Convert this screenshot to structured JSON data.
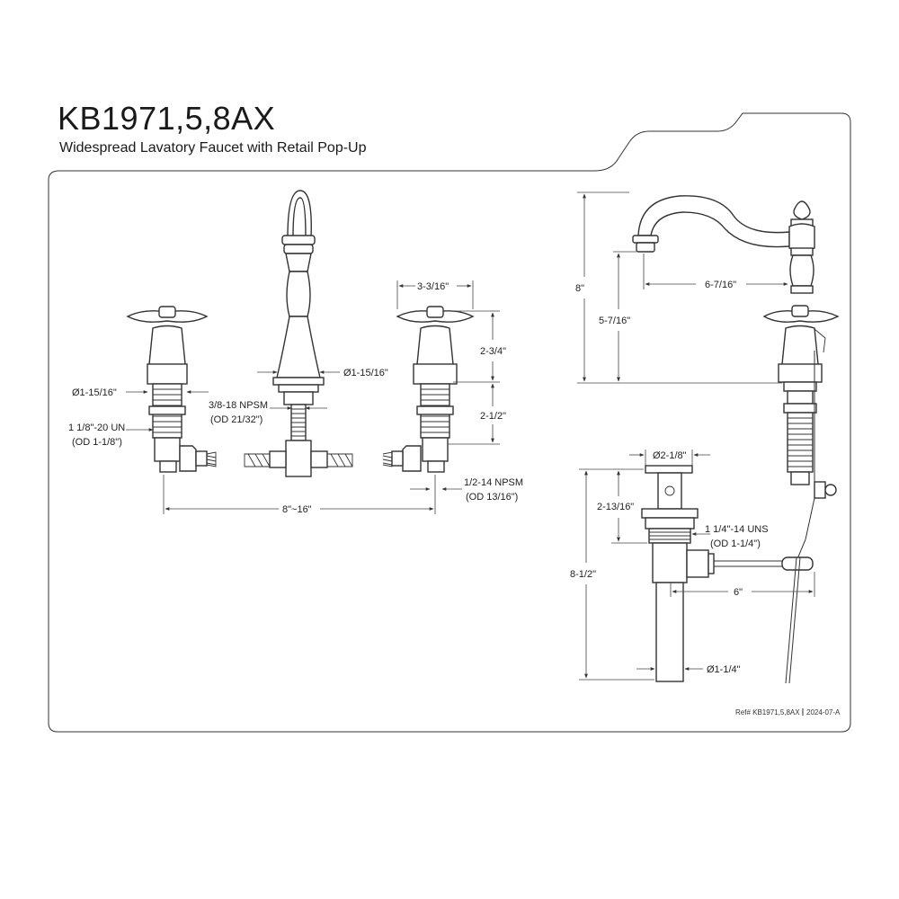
{
  "header": {
    "model": "KB1971,5,8AX",
    "description": "Widespread Lavatory Faucet with Retail Pop-Up"
  },
  "front_view": {
    "handle_diameter": "Ø1-15/16\"",
    "supply_thread": "1 1/8\"-20 UN",
    "supply_thread_od": "(OD 1-1/8\")",
    "spout_diameter": "Ø1-15/16\"",
    "spout_thread": "3/8-18 NPSM",
    "spout_thread_od": "(OD 21/32\")",
    "handle_width": "3-3/16\"",
    "handle_height": "2-3/4\"",
    "shank_length": "2-1/2\"",
    "outlet_thread": "1/2-14 NPSM",
    "outlet_thread_od": "(OD 13/16\")",
    "spread": "8\"~16\""
  },
  "side_view": {
    "overall_height": "8\"",
    "spout_height": "5-7/16\"",
    "spout_reach": "6-7/16\""
  },
  "drain_view": {
    "flange_diameter": "Ø2-1/8\"",
    "flange_height": "2-13/16\"",
    "body_thread": "1 1/4\"-14 UNS",
    "body_thread_od": "(OD 1-1/4\")",
    "overall_length": "8-1/2\"",
    "rod_length": "6\"",
    "tailpiece_diameter": "Ø1-1/4\""
  },
  "footer": {
    "ref": "Ref# KB1971,5,8AX",
    "revision": "2024-07-A"
  }
}
